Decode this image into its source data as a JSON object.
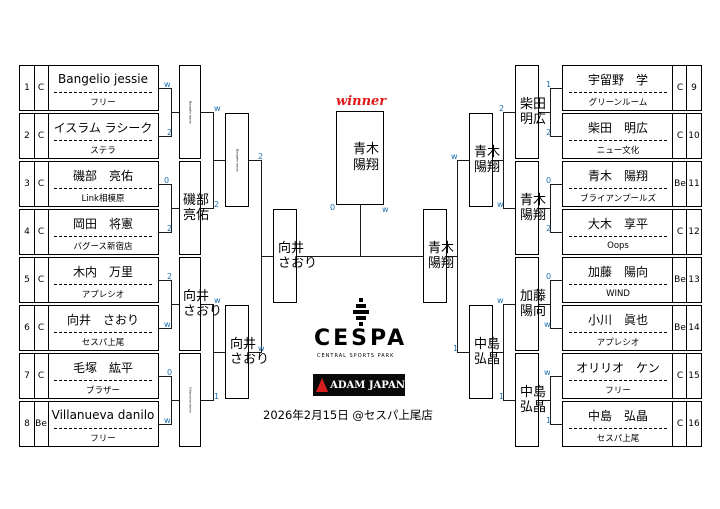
{
  "left_players": [
    {
      "seed": "1",
      "class": "C",
      "name": "Bangelio jessie",
      "team": "フリー"
    },
    {
      "seed": "2",
      "class": "C",
      "name": "イスラム ラシーク",
      "team": "ステラ"
    },
    {
      "seed": "3",
      "class": "C",
      "name": "磯部　亮佑",
      "team": "Link相模原"
    },
    {
      "seed": "4",
      "class": "C",
      "name": "岡田　将憲",
      "team": "バグース新宿店"
    },
    {
      "seed": "5",
      "class": "C",
      "name": "木内　万里",
      "team": "アプレシオ"
    },
    {
      "seed": "6",
      "class": "C",
      "name": "向井　さおり",
      "team": "セスパ上尾"
    },
    {
      "seed": "7",
      "class": "C",
      "name": "毛塚　紘平",
      "team": "ブラザー"
    },
    {
      "seed": "8",
      "class": "Be",
      "name": "Villanueva danilo",
      "team": "フリー"
    }
  ],
  "right_players": [
    {
      "seed": "9",
      "class": "C",
      "name": "宇留野　学",
      "team": "グリーンルーム"
    },
    {
      "seed": "10",
      "class": "C",
      "name": "柴田　明広",
      "team": "ニュー文化"
    },
    {
      "seed": "11",
      "class": "Be",
      "name": "青木　陽翔",
      "team": "ブライアンプールズ"
    },
    {
      "seed": "12",
      "class": "C",
      "name": "大木　享平",
      "team": "Oops"
    },
    {
      "seed": "13",
      "class": "Be",
      "name": "加藤　陽向",
      "team": "WIND"
    },
    {
      "seed": "14",
      "class": "Be",
      "name": "小川　眞也",
      "team": "アプレシオ"
    },
    {
      "seed": "15",
      "class": "C",
      "name": "オリリオ　ケン",
      "team": "フリー"
    },
    {
      "seed": "16",
      "class": "C",
      "name": "中島　弘晶",
      "team": "セスパ上尾"
    }
  ],
  "left_r1_winners": [
    "Bangelio jessie",
    "磯部\n亮佑",
    "向井\nさおり",
    "Villanueva danilo"
  ],
  "left_r2_winners": [
    "Bangelio jessie",
    "向井\nさおり"
  ],
  "left_final": "向井\nさおり",
  "right_r1_winners": [
    "柴田\n明広",
    "青木\n陽翔",
    "加藤\n陽向",
    "中島\n弘晶"
  ],
  "right_r2_winners": [
    "青木\n陽翔",
    "中島\n弘晶"
  ],
  "right_final": "青木\n陽翔",
  "champion": "青木\n陽翔",
  "winner_label": "winner",
  "scores": {
    "l1": [
      "w",
      "2"
    ],
    "l2": [
      "0",
      "2"
    ],
    "l3": [
      "2",
      "w"
    ],
    "l4": [
      "0",
      "w"
    ],
    "lq1": [
      "w",
      "2"
    ],
    "lq2": [
      "w",
      "1"
    ],
    "lsf": [
      "2",
      "w"
    ],
    "r1": [
      "1",
      "2"
    ],
    "r2": [
      "0",
      "2"
    ],
    "r3": [
      "0",
      "w"
    ],
    "r4": [
      "w",
      "1"
    ],
    "rq1": [
      "2",
      "w"
    ],
    "rq2": [
      "w",
      "1"
    ],
    "rsf": [
      "w",
      "1"
    ],
    "final": [
      "0",
      "w"
    ]
  },
  "logo": {
    "cespa": "CESPA",
    "cespa_sub": "CENTRAL SPORTS PARK",
    "adam": "ADAM JAPAN"
  },
  "date_text": "2026年2月15日 @セスパ上尾店",
  "colors": {
    "score": "#1d6fb0",
    "winner": "#e01818"
  }
}
